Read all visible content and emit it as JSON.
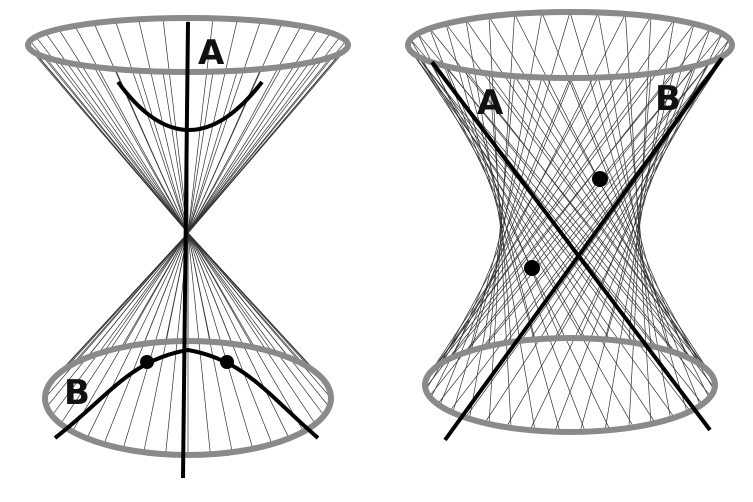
{
  "figures": [
    {
      "id": "double-cone",
      "labels": {
        "axis_label": "A",
        "curve_label": "B"
      }
    },
    {
      "id": "hyperboloid",
      "labels": {
        "left_line_label": "A",
        "right_line_label": "B"
      }
    }
  ],
  "colors": {
    "rim": "#8a8a8a",
    "ruling": "#333333",
    "curve": "#000000"
  }
}
